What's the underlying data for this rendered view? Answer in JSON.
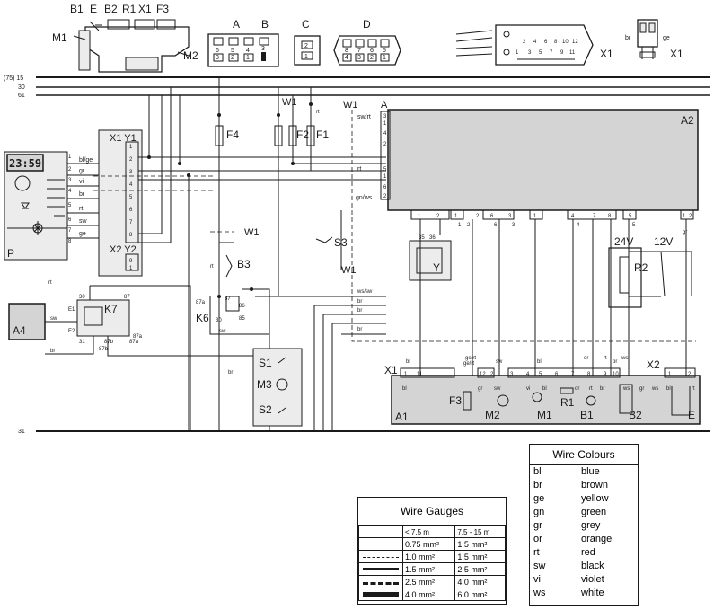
{
  "connectors": {
    "top_component": [
      "B1",
      "E",
      "B2",
      "R1",
      "X1",
      "F3",
      "M1",
      "M2"
    ],
    "plug_a_label": "A",
    "plug_b_label": "B",
    "plug_c_label": "C",
    "plug_d_label": "D",
    "plug_ab_top_pins": [
      "6",
      "5",
      "4",
      "3"
    ],
    "plug_ab_bottom_pins": [
      "3",
      "2",
      "1"
    ],
    "plug_c_pins": [
      "2",
      "1"
    ],
    "plug_d_top_pins": [
      "8",
      "7",
      "6",
      "5"
    ],
    "plug_d_bottom_pins": [
      "4",
      "3",
      "2",
      "1"
    ],
    "x1_large_top_pins": [
      "2",
      "4",
      "6",
      "8",
      "10",
      "12"
    ],
    "x1_large_mid_pins": [
      "1",
      "3",
      "5",
      "7",
      "9",
      "11"
    ],
    "x1_large_label": "X1",
    "x1_small_label": "X1",
    "x1_small_wires": [
      "br",
      "ge"
    ]
  },
  "rails": {
    "r15": "(75) 15",
    "r30": "30",
    "r61": "61",
    "r31": "31"
  },
  "components": {
    "clock_display": "23:59",
    "p_label": "P",
    "x1y1": "X1 Y1",
    "x2y2": "X2 Y2",
    "a2": "A2",
    "a4": "A4",
    "k7": "K7",
    "k6": "K6",
    "f4": "F4",
    "f2": "F2",
    "f1": "F1",
    "w1": "W1",
    "s3": "S3",
    "b3": "B3",
    "y": "Y",
    "r2": "R2",
    "v24": "24V",
    "v12": "12V",
    "s1": "S1",
    "m3": "M3",
    "s2": "S2",
    "a1": "A1",
    "f3": "F3",
    "m2": "M2",
    "m1": "M1",
    "r1": "R1",
    "b1": "B1",
    "b2": "B2",
    "e": "E",
    "x1": "X1",
    "x2": "X2",
    "a_pin": "A",
    "e1": "E1",
    "e2": "E2"
  },
  "p_wires": [
    "bl/ge",
    "gr",
    "vi",
    "br",
    "rt",
    "sw",
    "ge"
  ],
  "p_pins": [
    "1",
    "2",
    "3",
    "4",
    "5",
    "6",
    "7",
    "8"
  ],
  "x1y1_pins": [
    "1",
    "2",
    "3",
    "4",
    "5",
    "6",
    "7",
    "8"
  ],
  "x2y2_pins": [
    "9",
    "1"
  ],
  "a2_left_pins": [
    "3",
    "1",
    "4",
    "2",
    "5",
    "1",
    "6",
    "2"
  ],
  "a2_left_wires": [
    "sw/rt",
    "rt",
    "gn/ws"
  ],
  "a2_bottom_pins": [
    "1",
    "2",
    "1",
    "2",
    "6",
    "3",
    "1",
    "4",
    "7",
    "8",
    "5",
    "1",
    "2"
  ],
  "k7_pins": [
    "30",
    "87",
    "31",
    "87b",
    "87a"
  ],
  "k7_wires": [
    "rt",
    "sw",
    "br"
  ],
  "k6_pins": [
    "87a",
    "87",
    "86",
    "30",
    "85"
  ],
  "y_pins": [
    "35",
    "36"
  ],
  "mid_wires": [
    "ws/sw",
    "br",
    "br",
    "br",
    "sw",
    "br"
  ],
  "a1_top_pins": [
    "1",
    "11",
    "12",
    "2",
    "3",
    "4",
    "5",
    "6",
    "7",
    "8",
    "9",
    "10",
    "1",
    "2"
  ],
  "a1_wires": [
    "bl",
    "ge/rt",
    "gr",
    "sw",
    "vi",
    "bl",
    "or",
    "rt",
    "br",
    "ws",
    "gr",
    "ws",
    "bl",
    "rt"
  ],
  "a2_bottom_wires": [
    "bl",
    "ge/rt",
    "sw",
    "bl",
    "or",
    "rt",
    "br",
    "ws",
    "gr"
  ],
  "fuse_wires": [
    "rt",
    "rt"
  ],
  "misc_pins": [
    "87a",
    "87b",
    "1",
    "2",
    "3",
    "4",
    "5",
    "6"
  ],
  "gauges": {
    "title": "Wire Gauges",
    "col1": "< 7.5 m",
    "col2": "7.5 - 15 m",
    "rows": [
      {
        "a": "0.75 mm²",
        "b": "1.5 mm²"
      },
      {
        "a": "1.0 mm²",
        "b": "1.5 mm²"
      },
      {
        "a": "1.5 mm²",
        "b": "2.5 mm²"
      },
      {
        "a": "2.5 mm²",
        "b": "4.0 mm²"
      },
      {
        "a": "4.0 mm²",
        "b": "6.0 mm²"
      }
    ]
  },
  "colours": {
    "title": "Wire Colours",
    "rows": [
      {
        "code": "bl",
        "name": "blue"
      },
      {
        "code": "br",
        "name": "brown"
      },
      {
        "code": "ge",
        "name": "yellow"
      },
      {
        "code": "gn",
        "name": "green"
      },
      {
        "code": "gr",
        "name": "grey"
      },
      {
        "code": "or",
        "name": "orange"
      },
      {
        "code": "rt",
        "name": "red"
      },
      {
        "code": "sw",
        "name": "black"
      },
      {
        "code": "vi",
        "name": "violet"
      },
      {
        "code": "ws",
        "name": "white"
      }
    ]
  }
}
